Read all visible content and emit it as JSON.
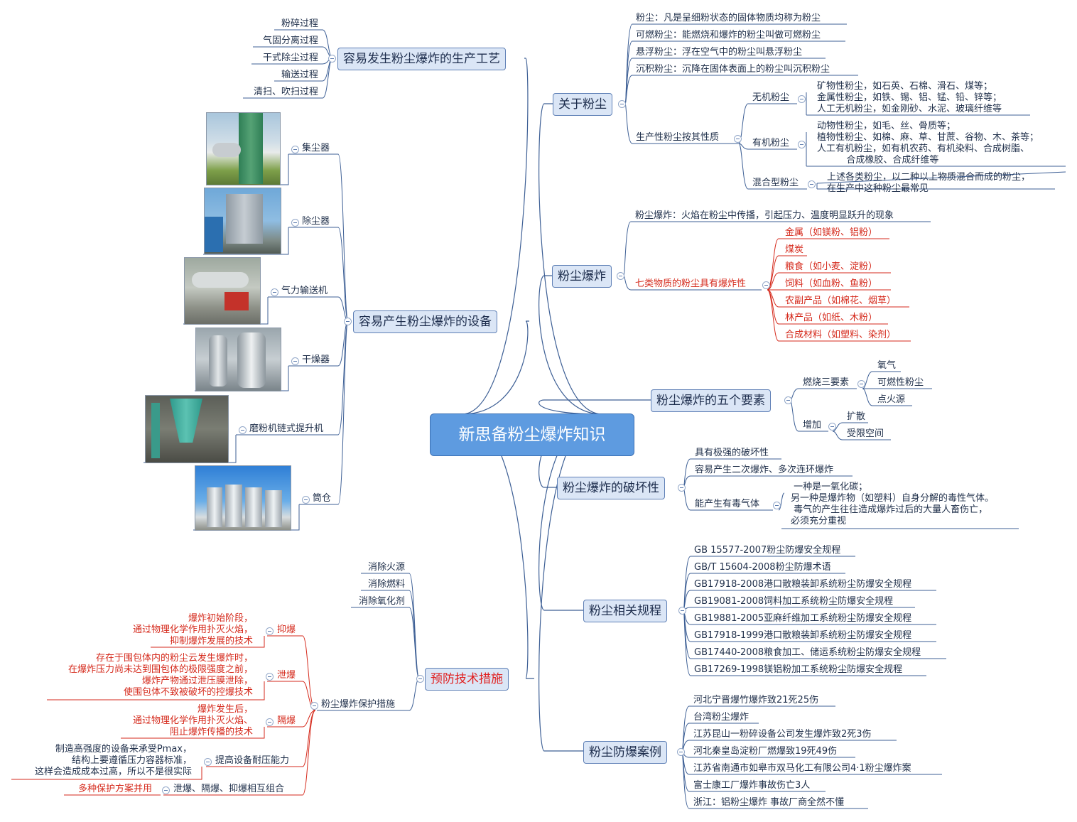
{
  "central": "新思备粉尘爆炸知识",
  "right": {
    "about": {
      "label": "关于粉尘",
      "items": [
        "粉尘：凡是呈细粉状态的固体物质均称为粉尘",
        "可燃粉尘：能燃烧和爆炸的粉尘叫做可燃粉尘",
        "悬浮粉尘：浮在空气中的粉尘叫悬浮粉尘",
        "沉积粉尘：沉降在固体表面上的粉尘叫沉积粉尘"
      ],
      "nature": {
        "label": "生产性粉尘按其性质",
        "inorganic": {
          "label": "无机粉尘",
          "text": "矿物性粉尘，如石英、石棉、滑石、煤等；\n金属性粉尘，如铁、锡、铝、锰、铅、锌等；\n人工无机粉尘，如金刚砂、水泥、玻璃纤维等"
        },
        "organic": {
          "label": "有机粉尘",
          "text": "动物性粉尘，如毛、丝、骨质等；\n植物性粉尘、如棉、麻、草、甘蔗、谷物、木、茶等；\n人工有机粉尘，如有机农药、有机染料、合成树脂、\n          合成橡胶、合成纤维等"
        },
        "mixed": {
          "label": "混合型粉尘",
          "text": "上述各类粉尘，以二种以上物质混合而成的粉尘，\n在生产中这种粉尘最常见"
        }
      }
    },
    "explosion": {
      "label": "粉尘爆炸",
      "definition": "粉尘爆炸：火焰在粉尘中传播，引起压力、温度明显跃升的现象",
      "seven": {
        "label": "七类物质的粉尘具有爆炸性",
        "items": [
          "金属（如镁粉、铝粉）",
          "煤炭",
          "粮食（如小麦、淀粉）",
          "饲料（如血粉、鱼粉）",
          "农副产品（如棉花、烟草）",
          "林产品（如纸、木粉）",
          "合成材料（如塑料、染剂）"
        ]
      }
    },
    "five": {
      "label": "粉尘爆炸的五个要素",
      "combustion": {
        "label": "燃烧三要素",
        "items": [
          "氧气",
          "可燃性粉尘",
          "点火源"
        ]
      },
      "add": {
        "label": "增加",
        "items": [
          "扩散",
          "受限空间"
        ]
      }
    },
    "damage": {
      "label": "粉尘爆炸的破坏性",
      "items": [
        "具有极强的破坏性",
        "容易产生二次爆炸、多次连环爆炸"
      ],
      "toxic": {
        "label": "能产生有毒气体",
        "text": " 一种是一氧化碳；\n另一种是爆炸物（如塑料）自身分解的毒性气体。\n 毒气的产生往往造成爆炸过后的大量人畜伤亡，\n必须充分重视"
      }
    },
    "rules": {
      "label": "粉尘相关规程",
      "items": [
        "GB 15577-2007粉尘防爆安全规程",
        "GB/T 15604-2008粉尘防爆术语",
        "GB17918-2008港口散粮装卸系统粉尘防爆安全规程",
        "GB19081-2008饲料加工系统粉尘防爆安全规程",
        "GB19881-2005亚麻纤维加工系统粉尘防爆安全规程",
        "GB17918-1999港口散粮装卸系统粉尘防爆安全规程",
        "GB17440-2008粮食加工、储运系统粉尘防爆安全规程",
        "GB17269-1998镁铝粉加工系统粉尘防爆安全规程"
      ]
    },
    "cases": {
      "label": "粉尘防爆案例",
      "items": [
        "河北宁晋爆竹爆炸致21死25伤",
        "台湾粉尘爆炸",
        "江苏昆山一粉碎设备公司发生爆炸致2死3伤",
        "河北秦皇岛淀粉厂燃爆致19死49伤",
        "江苏省南通市如皋市双马化工有限公司4·1粉尘爆炸案",
        "富士康工厂爆炸事故伤亡3人",
        "浙江：铝粉尘爆炸 事故厂商全然不懂"
      ]
    }
  },
  "left": {
    "processes": {
      "label": "容易发生粉尘爆炸的生产工艺",
      "items": [
        "粉碎过程",
        "气固分离过程",
        "干式除尘过程",
        "输送过程",
        "清扫、吹扫过程"
      ]
    },
    "equipment": {
      "label": "容易产生粉尘爆炸的设备",
      "items": [
        "集尘器",
        "除尘器",
        "气力输送机",
        "干燥器",
        "磨粉机链式提升机",
        "筒仓"
      ]
    },
    "prevention": {
      "label": "预防技术措施",
      "items": [
        "消除火源",
        "消除燃料",
        "消除氧化剂"
      ],
      "protection": {
        "label": "粉尘爆炸保护措施",
        "suppress": {
          "label": "抑爆",
          "text": "爆炸初始阶段，\n通过物理化学作用扑灭火焰，\n抑制爆炸发展的技术"
        },
        "vent": {
          "label": "泄爆",
          "text": "存在于围包体内的粉尘云发生爆炸时，\n在爆炸压力尚未达到围包体的极限强度之前，\n爆炸产物通过泄压膜泄除，\n使围包体不致被破坏的控爆技术"
        },
        "isolate": {
          "label": "隔爆",
          "text": "爆炸发生后，\n通过物理化学作用扑灭火焰、\n阻止爆炸传播的技术"
        },
        "resist": {
          "label": "提高设备耐压能力",
          "text": "制造高强度的设备来承受Pmax，\n结构上要遵循压力容器标准，\n这样会造成成本过高，所以不是很实际"
        },
        "combine": {
          "label": "泄爆、隔爆、抑爆相互组合",
          "text": "多种保护方案并用"
        }
      }
    }
  },
  "colors": {
    "line": "#3d5f95",
    "red": "#d52a1c",
    "central": "#5e9be0",
    "topic": "#dbe6f6"
  }
}
